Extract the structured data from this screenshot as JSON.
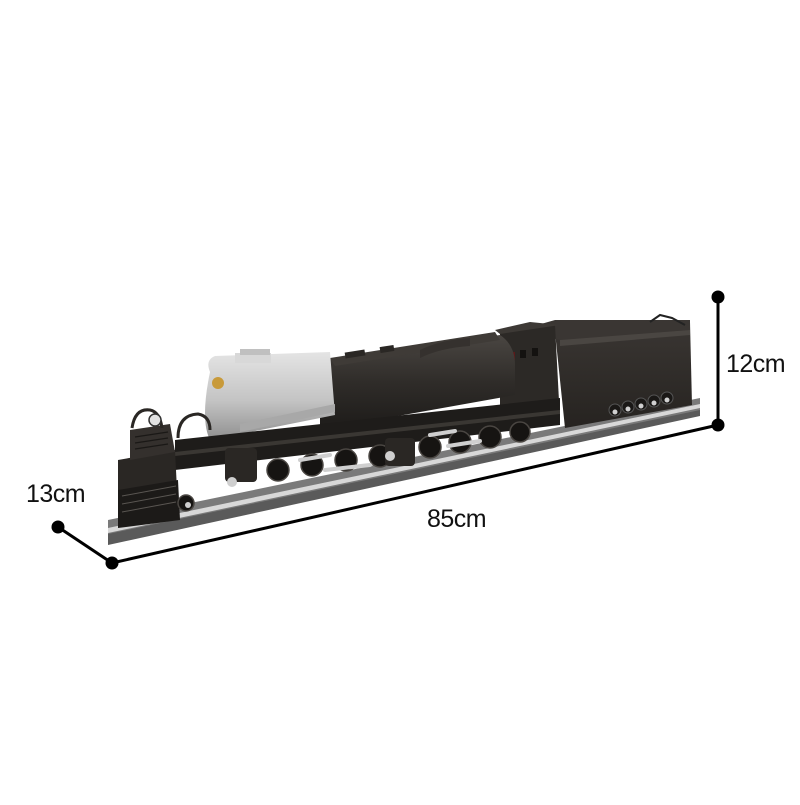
{
  "image": {
    "subject": "Brick-built articulated steam locomotive with tender on track",
    "background_color": "#ffffff"
  },
  "dimensions": {
    "height": {
      "label": "12cm"
    },
    "depth": {
      "label": "13cm"
    },
    "length": {
      "label": "85cm"
    }
  },
  "colors": {
    "body": "#2e2b28",
    "body_dark": "#1c1a18",
    "smokebox": "#c9c9c9",
    "smokebox_shadow": "#9a9a9a",
    "track": "#6e6e6e",
    "rods": "#cfcfcf",
    "dimension_lines": "#000000",
    "brass": "#c89a3a"
  }
}
